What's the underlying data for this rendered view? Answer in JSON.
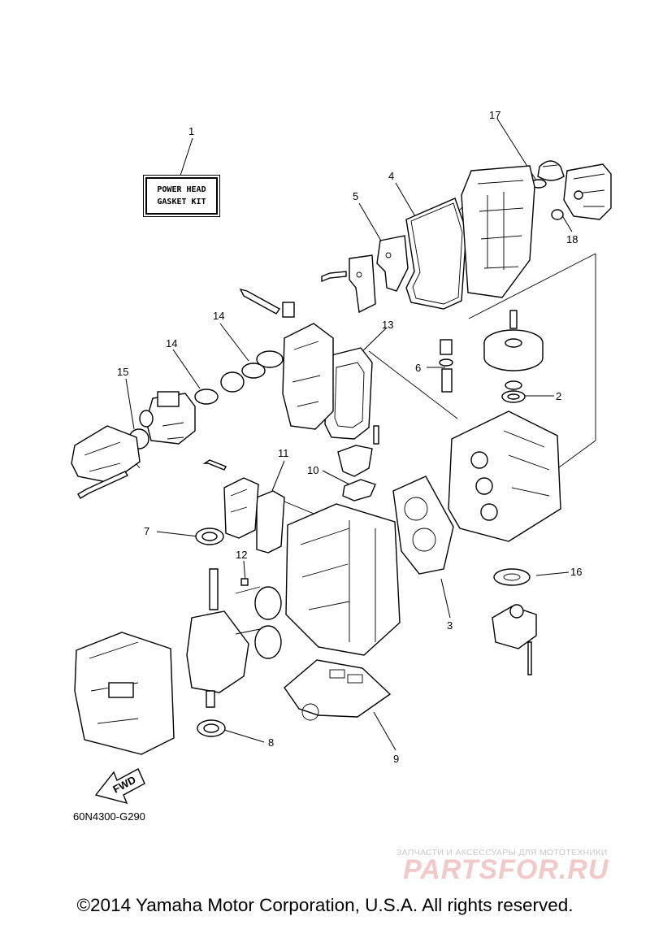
{
  "kit_label": {
    "line1": "POWER HEAD",
    "line2": "GASKET KIT"
  },
  "callouts": {
    "c1": "1",
    "c2": "2",
    "c3": "3",
    "c4": "4",
    "c5": "5",
    "c6": "6",
    "c7": "7",
    "c8": "8",
    "c9": "9",
    "c10": "10",
    "c11": "11",
    "c12": "12",
    "c13": "13",
    "c14a": "14",
    "c14b": "14",
    "c15": "15",
    "c16": "16",
    "c17": "17",
    "c18": "18"
  },
  "fwd_label": "FWD",
  "drawing_code": "60N4300-G290",
  "watermark": {
    "tagline": "ЗАПЧАСТИ И АКСЕССУАРЫ ДЛЯ МОТОТЕХНИКИ",
    "logo": "PARTSFOR.RU"
  },
  "copyright": "©2014 Yamaha Motor Corporation, U.S.A. All rights reserved."
}
